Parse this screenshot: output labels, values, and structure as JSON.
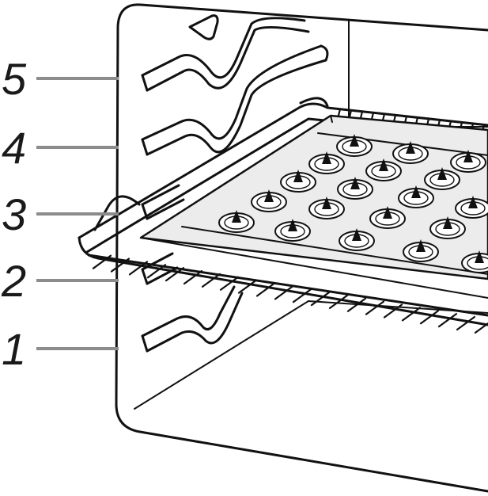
{
  "diagram": {
    "shelf_levels": [
      "5",
      "4",
      "3",
      "2",
      "1"
    ],
    "accessory_on_level": "3",
    "accessory": "wire-rack-with-baking-tray",
    "line_color": "#111111",
    "leader_color": "#8c8c8c",
    "tray_color": "#ececec",
    "background": "#ffffff"
  }
}
